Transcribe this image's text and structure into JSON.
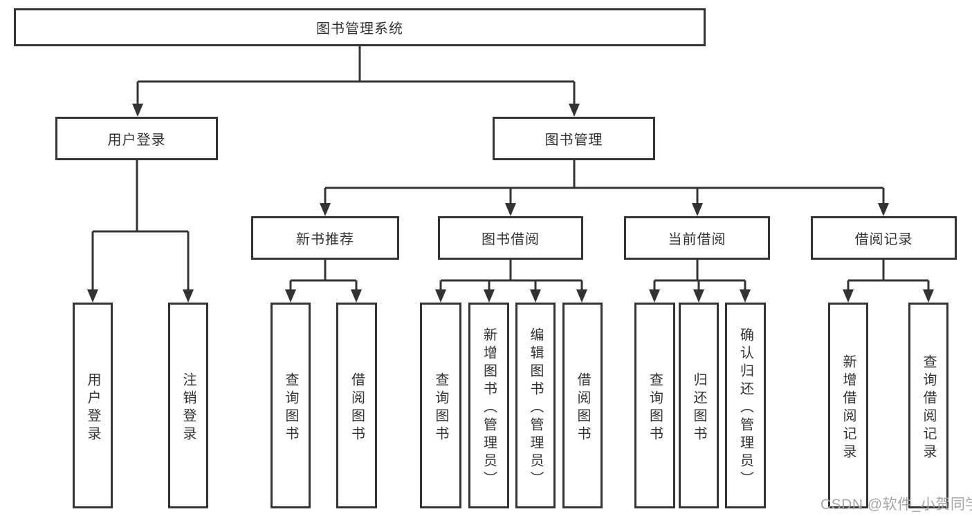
{
  "colors": {
    "line": "#333333",
    "text": "#333333",
    "background": "#ffffff",
    "watermark": "#a6a6a6"
  },
  "nodes": {
    "root": "图书管理系统",
    "user_login": "用户登录",
    "book_mgmt": "图书管理",
    "new_book_rec": "新书推荐",
    "book_borrow": "图书借阅",
    "current_borrow": "当前借阅",
    "borrow_records": "借阅记录",
    "ul_login": "用户登录",
    "ul_logout": "注销登录",
    "nbr_query": "查询图书",
    "nbr_borrow": "借阅图书",
    "bb_query": "查询图书",
    "bb_add": "新增图书（管理员）",
    "bb_edit": "编辑图书（管理员）",
    "bb_borrow": "借阅图书",
    "cb_query": "查询图书",
    "cb_return": "归还图书",
    "cb_confirm": "确认归还（管理员）",
    "br_add": "新增借阅记录",
    "br_query": "查询借阅记录"
  },
  "hierarchy": {
    "图书管理系统": {
      "用户登录": [
        "用户登录",
        "注销登录"
      ],
      "图书管理": {
        "新书推荐": [
          "查询图书",
          "借阅图书"
        ],
        "图书借阅": [
          "查询图书",
          "新增图书（管理员）",
          "编辑图书（管理员）",
          "借阅图书"
        ],
        "当前借阅": [
          "查询图书",
          "归还图书",
          "确认归还（管理员）"
        ],
        "借阅记录": [
          "新增借阅记录",
          "查询借阅记录"
        ]
      }
    }
  },
  "watermark": "CSDN @软件_小贺同学"
}
